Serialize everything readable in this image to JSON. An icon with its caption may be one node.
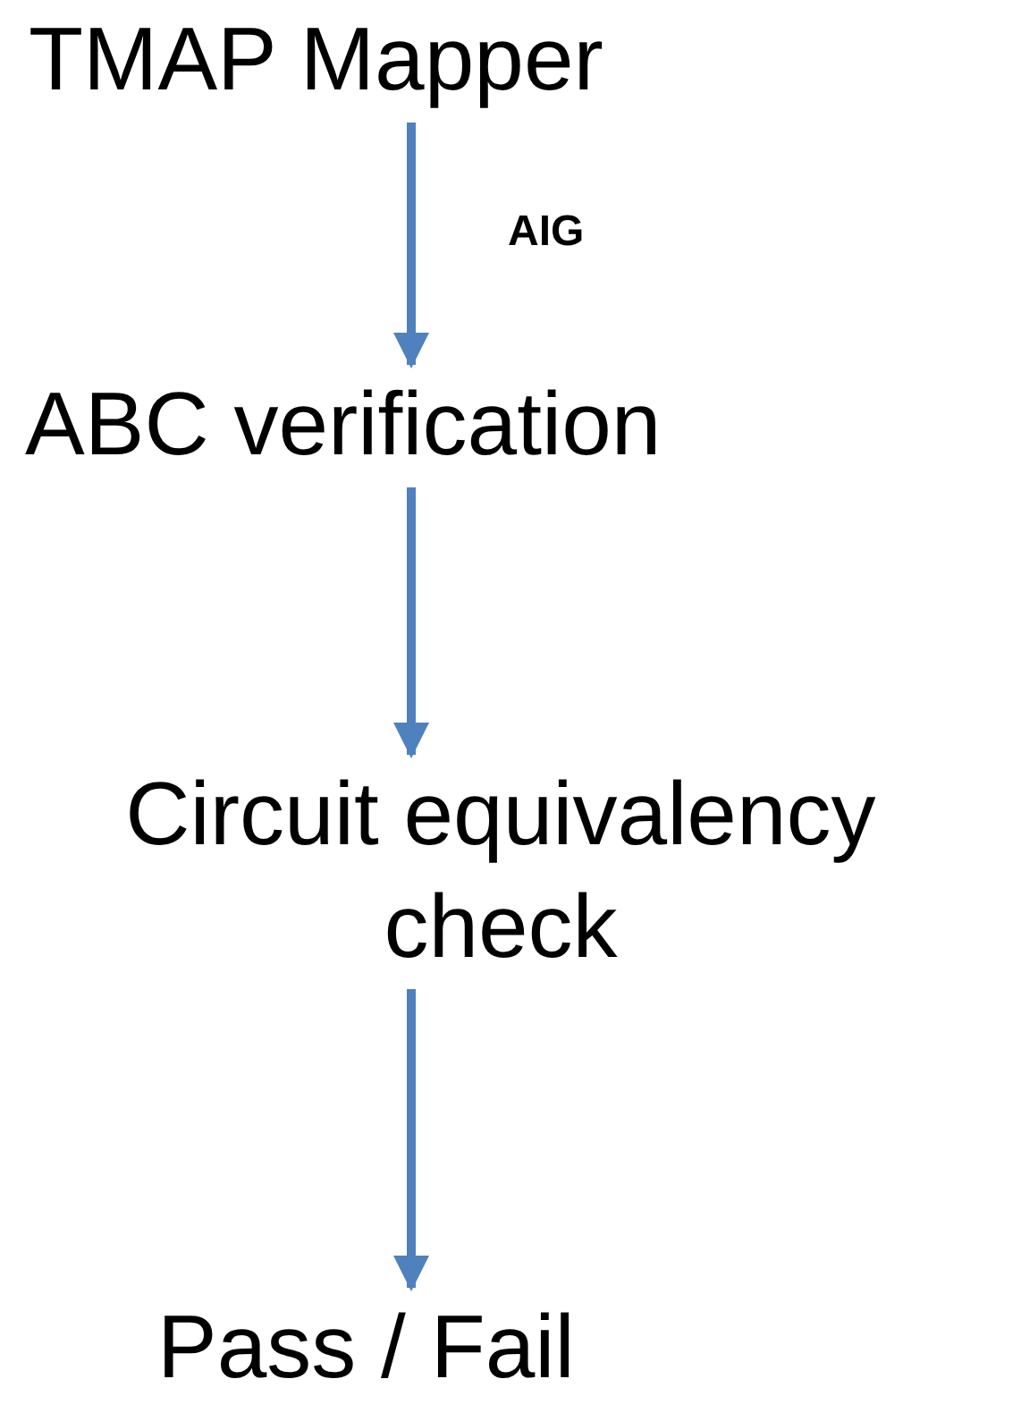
{
  "diagram": {
    "nodes": [
      {
        "text": [
          "TMAP Mapper"
        ]
      },
      {
        "text": [
          "ABC verification"
        ]
      },
      {
        "text": [
          "Circuit equivalency check"
        ]
      },
      {
        "text": [
          "Pass / Fail"
        ]
      }
    ],
    "edges": [
      {
        "from": 0,
        "to": 1,
        "arrow": "to",
        "label": "AIG"
      },
      {
        "from": 1,
        "to": 2,
        "arrow": "to"
      },
      {
        "from": 2,
        "to": 3,
        "arrow": "to"
      }
    ]
  }
}
